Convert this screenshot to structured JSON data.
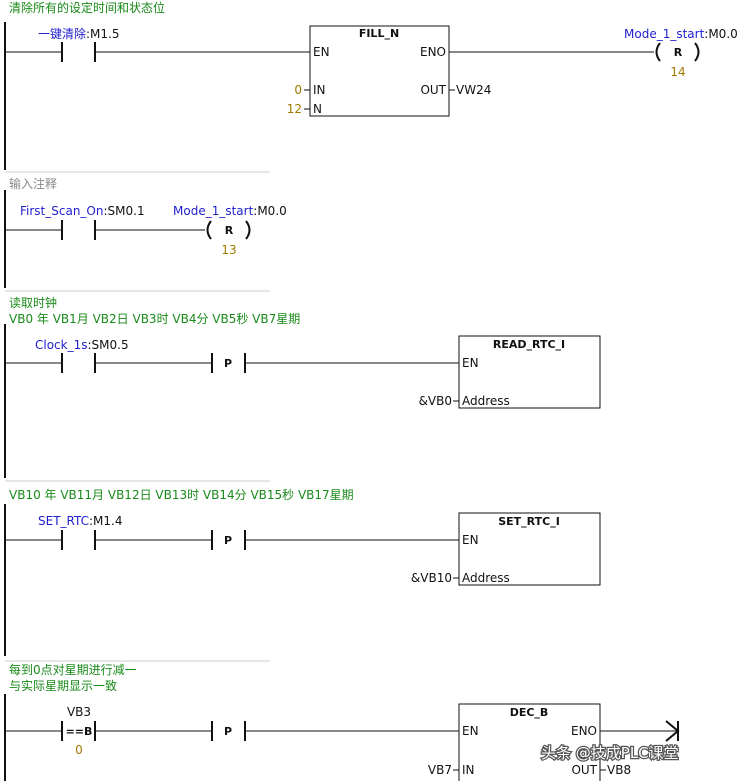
{
  "networks": [
    {
      "comment_lines": [
        "清除所有的设定时间和状态位"
      ],
      "contact": {
        "symbol": "一键清除",
        "addr": ":M1.5"
      },
      "box": {
        "title": "FILL_N",
        "in_en": "EN",
        "out_eno": "ENO",
        "in_in": "IN",
        "in_n": "N",
        "out_out": "OUT",
        "in_value": "0",
        "n_value": "12",
        "out_value": "VW24"
      },
      "coil": {
        "symbol": "Mode_1_start",
        "addr": ":M0.0",
        "type": "R",
        "n": "14"
      }
    },
    {
      "comment_lines": [
        "输入注释"
      ],
      "contact": {
        "symbol": "First_Scan_On",
        "addr": ":SM0.1"
      },
      "coil": {
        "symbol": "Mode_1_start",
        "addr": ":M0.0",
        "type": "R",
        "n": "13"
      }
    },
    {
      "comment_lines": [
        "读取时钟",
        "VB0 年  VB1月  VB2日 VB3时 VB4分  VB5秒 VB7星期"
      ],
      "contact": {
        "symbol": "Clock_1s",
        "addr": ":SM0.5"
      },
      "edge": "P",
      "box": {
        "title": "READ_RTC_I",
        "in_en": "EN",
        "in_addr": "Address",
        "addr_value": "&VB0"
      }
    },
    {
      "comment_lines": [
        "VB10 年  VB11月  VB12日 VB13时 VB14分  VB15秒 VB17星期"
      ],
      "contact": {
        "symbol": "SET_RTC",
        "addr": ":M1.4"
      },
      "edge": "P",
      "box": {
        "title": "SET_RTC_I",
        "in_en": "EN",
        "in_addr": "Address",
        "addr_value": "&VB10"
      }
    },
    {
      "comment_lines": [
        "每到0点对星期进行减一",
        "与实际星期显示一致"
      ],
      "compare": {
        "operand1": "VB3",
        "op": "==B",
        "operand2": "0"
      },
      "edge": "P",
      "box": {
        "title": "DEC_B",
        "in_en": "EN",
        "out_eno": "ENO",
        "in_in": "IN",
        "out_out": "OUT",
        "in_value": "VB7",
        "out_value": "VB8"
      }
    }
  ],
  "watermark": {
    "text": "头条 @技成PLC课堂"
  },
  "colors": {
    "comment": "#1a8a1a",
    "comment_gray": "#8a8a8a",
    "symbol": "#1f1fd0",
    "constant": "#a07a00",
    "line": "#111111"
  }
}
